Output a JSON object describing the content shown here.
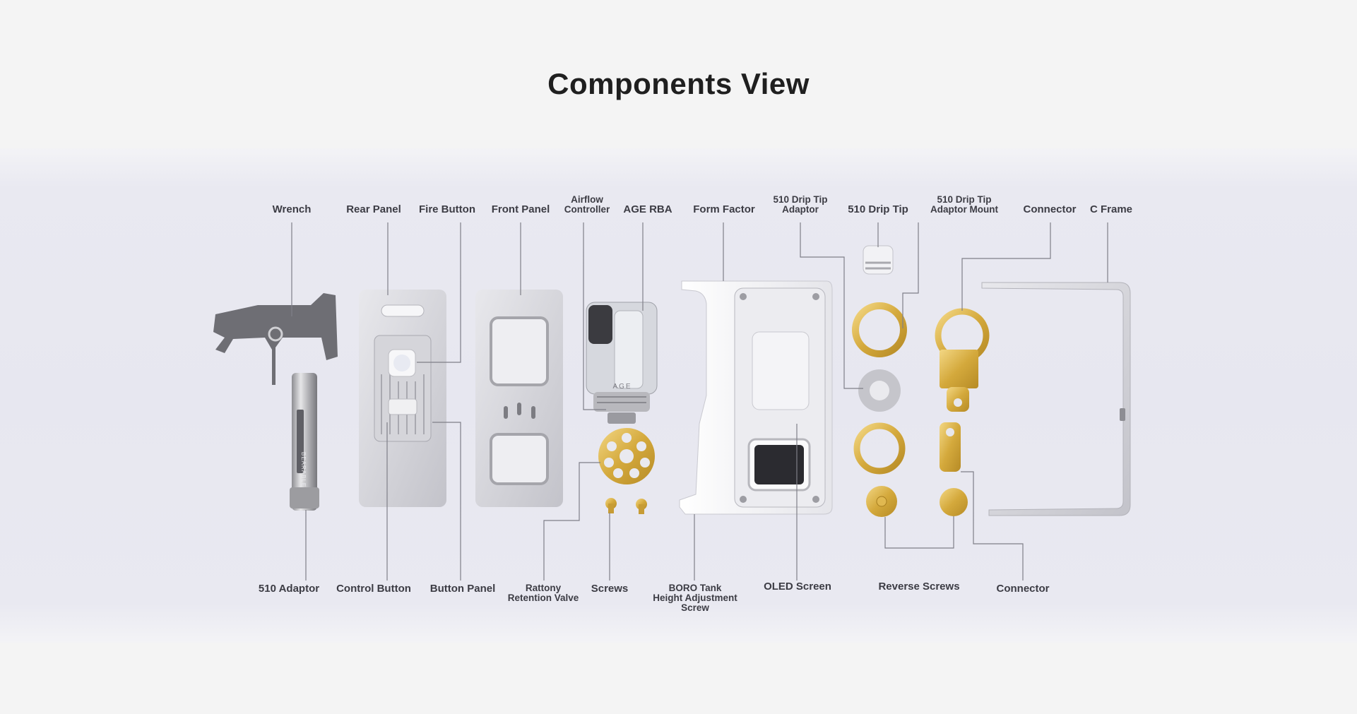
{
  "title": "Components View",
  "labels_top": {
    "wrench": "Wrench",
    "rear_panel": "Rear Panel",
    "fire_button": "Fire Button",
    "front_panel": "Front Panel",
    "airflow_controller_1": "Airflow",
    "airflow_controller_2": "Controller",
    "age_rba": "AGE RBA",
    "form_factor": "Form Factor",
    "drip_tip_adaptor_1": "510 Drip Tip",
    "drip_tip_adaptor_2": "Adaptor",
    "drip_tip": "510 Drip Tip",
    "drip_tip_mount_1": "510 Drip Tip",
    "drip_tip_mount_2": "Adaptor Mount",
    "connector": "Connector",
    "c_frame": "C Frame"
  },
  "labels_bottom": {
    "adaptor_510": "510 Adaptor",
    "control_button": "Control Button",
    "button_panel": "Button Panel",
    "rattony_1": "Rattony",
    "rattony_2": "Retention Valve",
    "screws": "Screws",
    "boro_1": "BORO Tank",
    "boro_2": "Height Adjustment",
    "boro_3": "Screw",
    "oled_screen": "OLED Screen",
    "reverse_screws": "Reverse Screws",
    "connector": "Connector"
  },
  "product_marks": {
    "rba_logo": "AGE",
    "battery_tube_text": "BEARABLE"
  },
  "colors": {
    "background": "#f4f4f4",
    "band": "#e7e7f0",
    "metal": "#c9c9ce",
    "dark_metal": "#6b6b70",
    "gold": "#d8b24a",
    "leader": "#7f7f88"
  }
}
